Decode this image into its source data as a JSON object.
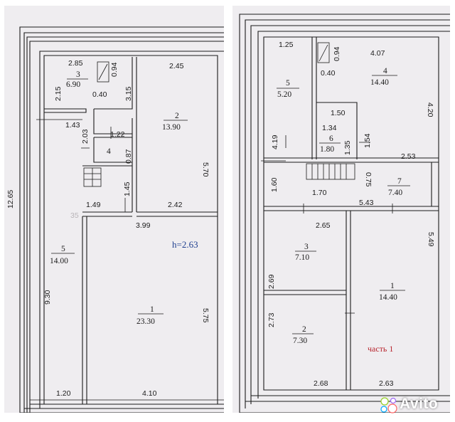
{
  "left_plan": {
    "outer": {
      "left_height": "12.65"
    },
    "rooms": [
      {
        "num": "1",
        "area": "23.30"
      },
      {
        "num": "2",
        "area": "13.90"
      },
      {
        "num": "3",
        "area": "6.90"
      },
      {
        "num": "4",
        "area": ""
      },
      {
        "num": "5",
        "area": "14.00"
      }
    ],
    "dims": {
      "d_285": "2.85",
      "d_094": "0.94",
      "d_040": "0.40",
      "d_245": "2.45",
      "d_215": "2.15",
      "d_315": "3.15",
      "d_143": "1.43",
      "d_203": "2.03",
      "d_122": "1.22",
      "d_087": "0.87",
      "d_570": "5.70",
      "d_145": "1.45",
      "d_149": "1.49",
      "d_242": "2.42",
      "d_399": "3.99",
      "d_930": "9.30",
      "d_575": "5.75",
      "d_120": "1.20",
      "d_410": "4.10",
      "d_35": "35"
    },
    "height_note": "h=2.63"
  },
  "right_plan": {
    "rooms": [
      {
        "num": "1",
        "area": "14.40"
      },
      {
        "num": "2",
        "area": "7.30"
      },
      {
        "num": "3",
        "area": "7.10"
      },
      {
        "num": "4",
        "area": "14.40"
      },
      {
        "num": "5",
        "area": "5.20"
      },
      {
        "num": "6",
        "area": "1.80"
      },
      {
        "num": "7",
        "area": "7.40"
      }
    ],
    "dims": {
      "d_125": "1.25",
      "d_094": "0.94",
      "d_407": "4.07",
      "d_040": "0.40",
      "d_150": "1.50",
      "d_420": "4.20",
      "d_134": "1.34",
      "d_419": "4.19",
      "d_135": "1.35",
      "d_154": "1.54",
      "d_253": "2.53",
      "d_160": "1.60",
      "d_075": "0.75",
      "d_170": "1.70",
      "d_543": "5.43",
      "d_265": "2.65",
      "d_549": "5.49",
      "d_269": "2.69",
      "d_273": "2.73",
      "d_268": "2.68",
      "d_263": "2.63"
    },
    "part_label": "часть 1"
  },
  "watermark": {
    "text": "Avito",
    "dot_colors": [
      "#97cf26",
      "#a169f7",
      "#ff6163",
      "#0af"
    ]
  }
}
